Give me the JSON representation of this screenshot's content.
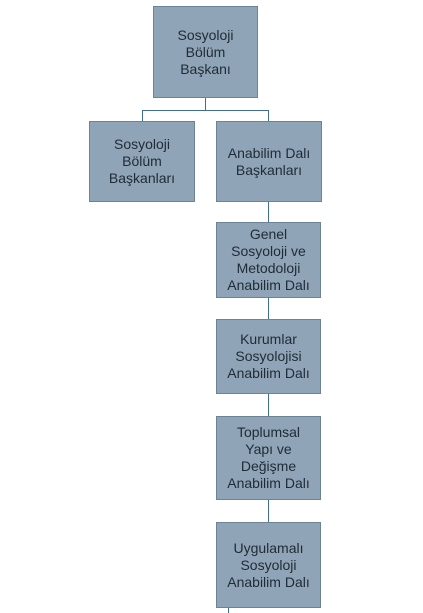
{
  "org_chart": {
    "root": {
      "label": "Sosyoloji\nBölüm\nBaşkanı"
    },
    "level2": [
      {
        "label": "Sosyoloji\nBölüm\nBaşkanları"
      },
      {
        "label": "Anabilim Dalı\nBaşkanları"
      }
    ],
    "departments": [
      {
        "label": "Genel\nSosyoloji ve\nMetodoloji\nAnabilim Dalı"
      },
      {
        "label": "Kurumlar\nSosyolojisi\nAnabilim Dalı"
      },
      {
        "label": "Toplumsal\nYapı ve\nDeğişme\nAnabilim Dalı"
      },
      {
        "label": "Uygulamalı\nSosyoloji\nAnabilim Dalı"
      }
    ]
  },
  "colors": {
    "box_fill": "#8fa4b6",
    "box_border": "#6c8295",
    "connector": "#3f6f8f",
    "text": "#1f2b36"
  }
}
